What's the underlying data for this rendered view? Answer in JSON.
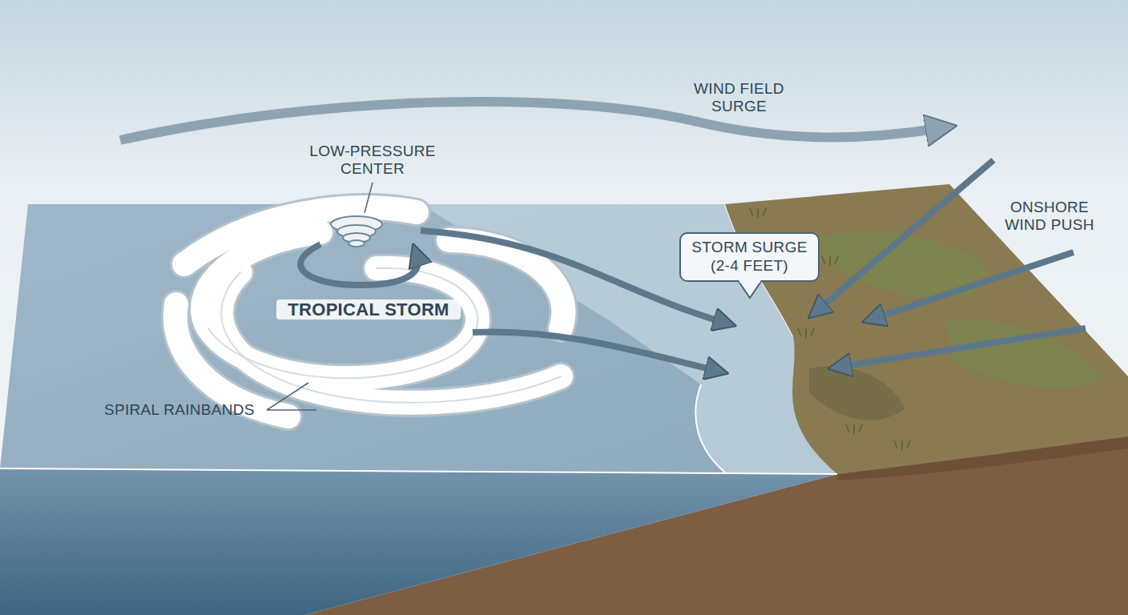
{
  "diagram": {
    "nodes": [
      {
        "text": [
          "STORM SURGE (2-4 FEET)"
        ]
      }
    ],
    "labels": [
      "WIND FIELD SURGE",
      "LOW-PRESSURE CENTER",
      "TROPICAL STORM",
      "SPIRAL RAINBANDS",
      "ONSHORE WIND PUSH"
    ]
  }
}
